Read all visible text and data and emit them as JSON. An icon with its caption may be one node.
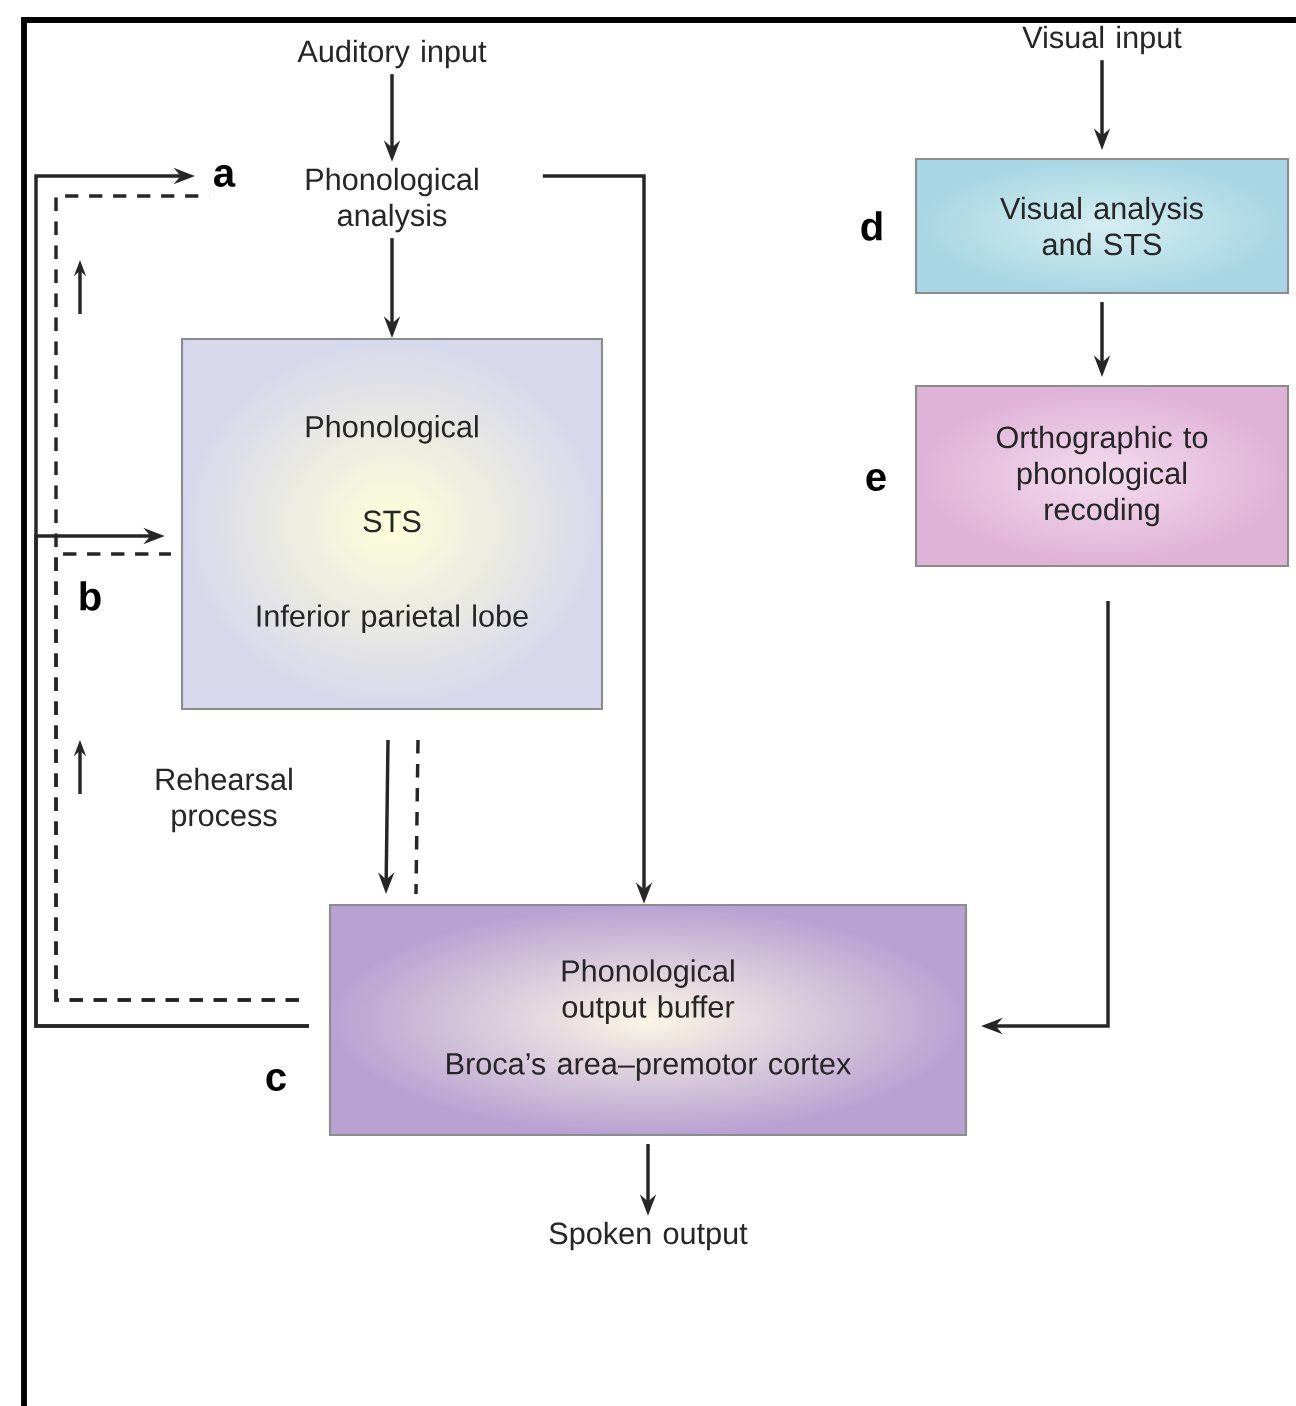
{
  "diagram": {
    "nodes": [
      {
        "text": [
          "Auditory input"
        ]
      },
      {
        "text": [
          "Phonological analysis"
        ],
        "beside": [
          "a"
        ]
      },
      {
        "text": [
          "Phonological",
          "STS",
          "Inferior parietal lobe"
        ],
        "beside": [
          "b"
        ]
      },
      {
        "text": [
          "Phonological output buffer",
          "Broca’s area–premotor cortex"
        ],
        "beside": [
          "c"
        ]
      },
      {
        "text": [
          "Spoken output"
        ]
      },
      {
        "text": [
          "Visual input"
        ]
      },
      {
        "text": [
          "Visual analysis and STS"
        ],
        "beside": [
          "d"
        ]
      },
      {
        "text": [
          "Orthographic to phonological recoding"
        ],
        "beside": [
          "e"
        ]
      }
    ],
    "edges": [
      {
        "from": 0,
        "to": 1,
        "arrow": "to"
      },
      {
        "from": 1,
        "to": 2,
        "arrow": "to"
      },
      {
        "from": 1,
        "to": 3,
        "arrow": "to"
      },
      {
        "from": 2,
        "to": 3,
        "arrow": "to",
        "label": "Rehearsal process"
      },
      {
        "from": 2,
        "to": 3,
        "arrow": "none",
        "style": "dashed"
      },
      {
        "from": 3,
        "to": 1,
        "arrow": "to"
      },
      {
        "from": 3,
        "to": 2,
        "arrow": "to"
      },
      {
        "from": 3,
        "to": 1,
        "arrow": "none",
        "style": "dashed"
      },
      {
        "from": 3,
        "to": 2,
        "arrow": "none",
        "style": "dashed"
      },
      {
        "from": 3,
        "to": 4,
        "arrow": "to"
      },
      {
        "from": 5,
        "to": 6,
        "arrow": "to"
      },
      {
        "from": 6,
        "to": 7,
        "arrow": "to"
      },
      {
        "from": 7,
        "to": 3,
        "arrow": "to"
      }
    ]
  }
}
